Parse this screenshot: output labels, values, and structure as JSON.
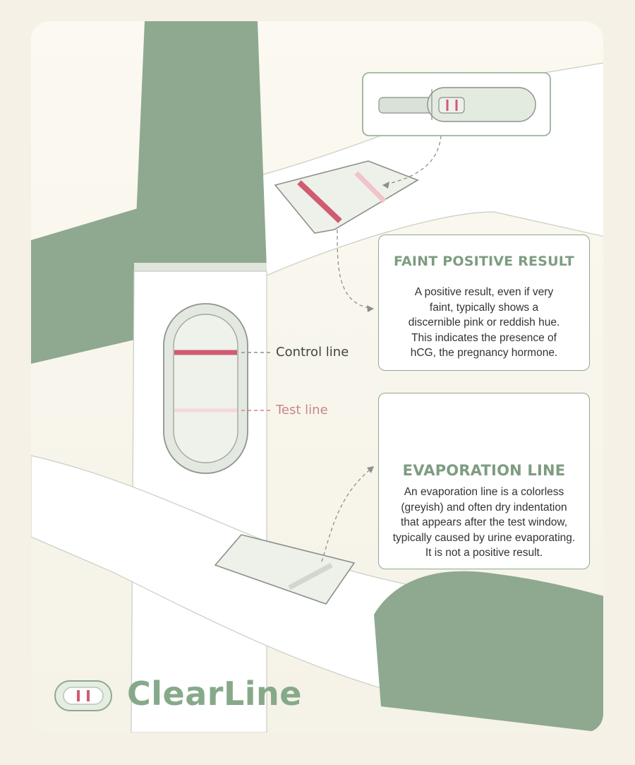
{
  "labels": {
    "control": "Control line",
    "test": "Test line"
  },
  "faint_box": {
    "title": "FAINT POSITIVE RESULT",
    "lines": [
      "A positive result, even if very",
      "faint, typically shows a",
      "discernible pink or reddish hue.",
      "This indicates the presence of",
      "hCG, the pregnancy hormone."
    ]
  },
  "evap_box": {
    "title": "EVAPORATION LINE",
    "lines": [
      "An evaporation line is a colorless",
      "(greyish) and often dry indentation",
      "that appears after the test window,",
      "typically caused by urine evaporating.",
      "It is not a positive result."
    ]
  },
  "brand": {
    "name": "ClearLine",
    "logo_icon": "test-window-logo-icon"
  },
  "colors": {
    "green": "#8ea98f",
    "control_line": "#d05c71",
    "faint_line": "#f2c3c9",
    "card": "#fbf9f1"
  }
}
